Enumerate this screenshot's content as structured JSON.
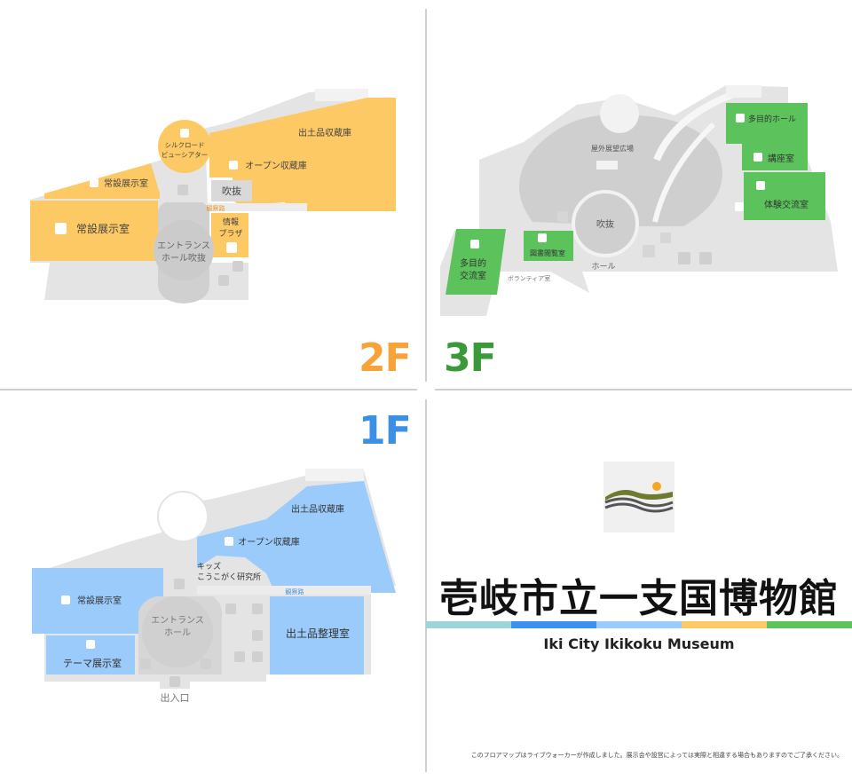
{
  "colors": {
    "f2": "#fdc964",
    "f3": "#5cc35c",
    "f1": "#9bcbfb",
    "grey": "#e4e4e4",
    "label_2f": "#f8a23a",
    "label_3f": "#3a9a3a",
    "label_1f": "#3b90e6",
    "bar": [
      "#9dd4d6",
      "#3b8ff0",
      "#9bcbfb",
      "#fdc964",
      "#5cc35c"
    ]
  },
  "floors": {
    "f2": {
      "label": "2F",
      "rooms": {
        "storage": "出土品収蔵庫",
        "open_storage": "オープン収蔵庫",
        "silk_road": [
          "シルクロード",
          "ビューシアター"
        ],
        "permanent_small": "常設展示室",
        "permanent_large": "常設展示室",
        "void": "吹抜",
        "observation": "観察路",
        "info_plaza": [
          "情報",
          "プラザ"
        ],
        "entrance_hall": [
          "エントランス",
          "ホール吹抜"
        ]
      }
    },
    "f3": {
      "label": "3F",
      "rooms": {
        "multipurpose_hall": "多目的ホール",
        "lecture": "講座室",
        "experience": "体験交流室",
        "rooftop": "屋外展望広場",
        "void": "吹抜",
        "hall": "ホール",
        "library": "図書閲覧室",
        "volunteer": "ボランティア室",
        "multi_exchange": [
          "多目的",
          "交流室"
        ]
      }
    },
    "f1": {
      "label": "1F",
      "rooms": {
        "storage": "出土品収蔵庫",
        "open_storage": "オープン収蔵庫",
        "kids_lab": [
          "キッズ",
          "こうこがく研究所"
        ],
        "observation": "観察路",
        "permanent": "常設展示室",
        "entrance_hall": [
          "エントランス",
          "ホール"
        ],
        "sorting": "出土品整理室",
        "theme": "テーマ展示室",
        "entry_exit": "出入口"
      }
    }
  },
  "museum": {
    "name_jp": "壱岐市立一支国博物館",
    "name_en": "Iki City Ikikoku Museum",
    "logo_icon": "hills-sun-logo-icon"
  },
  "note": "このフロアマップはライブウォーカーが作成しました。展示会や設営によっては実際と相違する場合もありますのでご了承ください。"
}
